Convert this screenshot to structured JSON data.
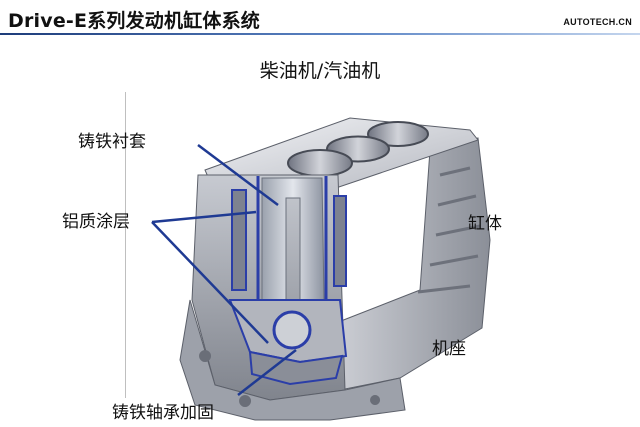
{
  "header": {
    "title": "Drive-E系列发动机缸体系统",
    "brand": "AUTOTECH.CN"
  },
  "diagram": {
    "subtitle": "柴油机/汽油机",
    "labels": {
      "iron_liner": "铸铁衬套",
      "aluminum_coating": "铝质涂层",
      "cylinder_block": "缸体",
      "engine_base": "机座",
      "iron_bearing_reinforcement": "铸铁轴承加固"
    },
    "colors": {
      "accent_rule": "#2a4d8f",
      "callout_line": "#1f3a93",
      "cut_section": "#2b3ea8"
    }
  }
}
